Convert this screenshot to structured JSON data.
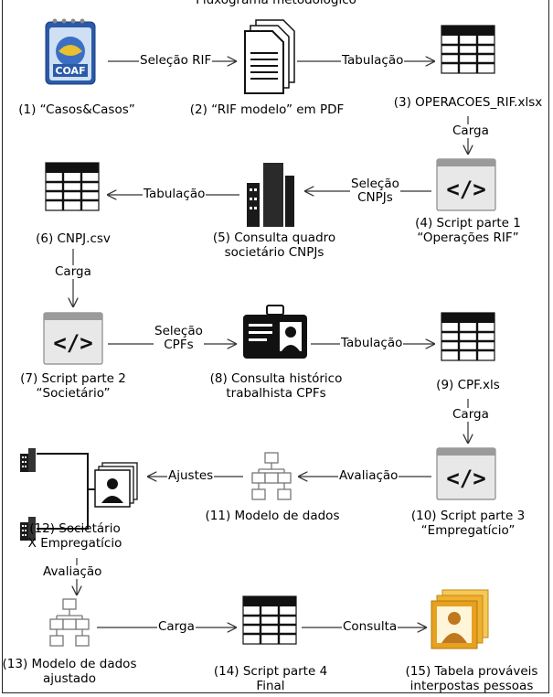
{
  "header": {
    "title": "Fluxograma metodológico"
  },
  "nodes": {
    "n1": "(1) “Casos&Casos”",
    "n2": "(2) “RIF modelo” em PDF",
    "n3": "(3) OPERACOES_RIF.xlsx",
    "n4": "(4) Script parte 1\n“Operações RIF”",
    "n5": "(5) Consulta quadro\nsocietário CNPJs",
    "n6": "(6) CNPJ.csv",
    "n7": "(7) Script parte 2\n“Societário”",
    "n8": "(8) Consulta histórico\ntrabalhista CPFs",
    "n9": "(9) CPF.xls",
    "n10": "(10) Script parte 3\n“Empregatício”",
    "n11": "(11) Modelo de dados",
    "n12": "(12) Societário\nX Empregatício",
    "n13": "(13) Modelo de dados\najustado",
    "n14": "(14) Script parte 4\nFinal",
    "n15": "(15) Tabela prováveis\ninterpostas pessoas"
  },
  "edges": {
    "e1": "Seleção RIF",
    "e2": "Tabulação",
    "e3": "Carga",
    "e4": "Seleção\nCNPJs",
    "e5": "Tabulação",
    "e6": "Carga",
    "e7": "Seleção\nCPFs",
    "e8": "Tabulação",
    "e9": "Carga",
    "e10": "Avaliação",
    "e11": "Ajustes",
    "e12": "Avaliação",
    "e13": "Carga",
    "e14": "Consulta"
  },
  "logo": {
    "text": "COAF"
  },
  "icons": [
    "coaf-notebook-icon",
    "document-stack-icon",
    "spreadsheet-icon",
    "code-window-icon",
    "building-icon",
    "id-badge-icon",
    "data-model-icon",
    "photo-stack-icon"
  ],
  "colors": {
    "line": "#333333",
    "code_bg": "#e9e9e9",
    "photo_gold": "#f0b030",
    "coaf_blue": "#2a5aa8"
  }
}
